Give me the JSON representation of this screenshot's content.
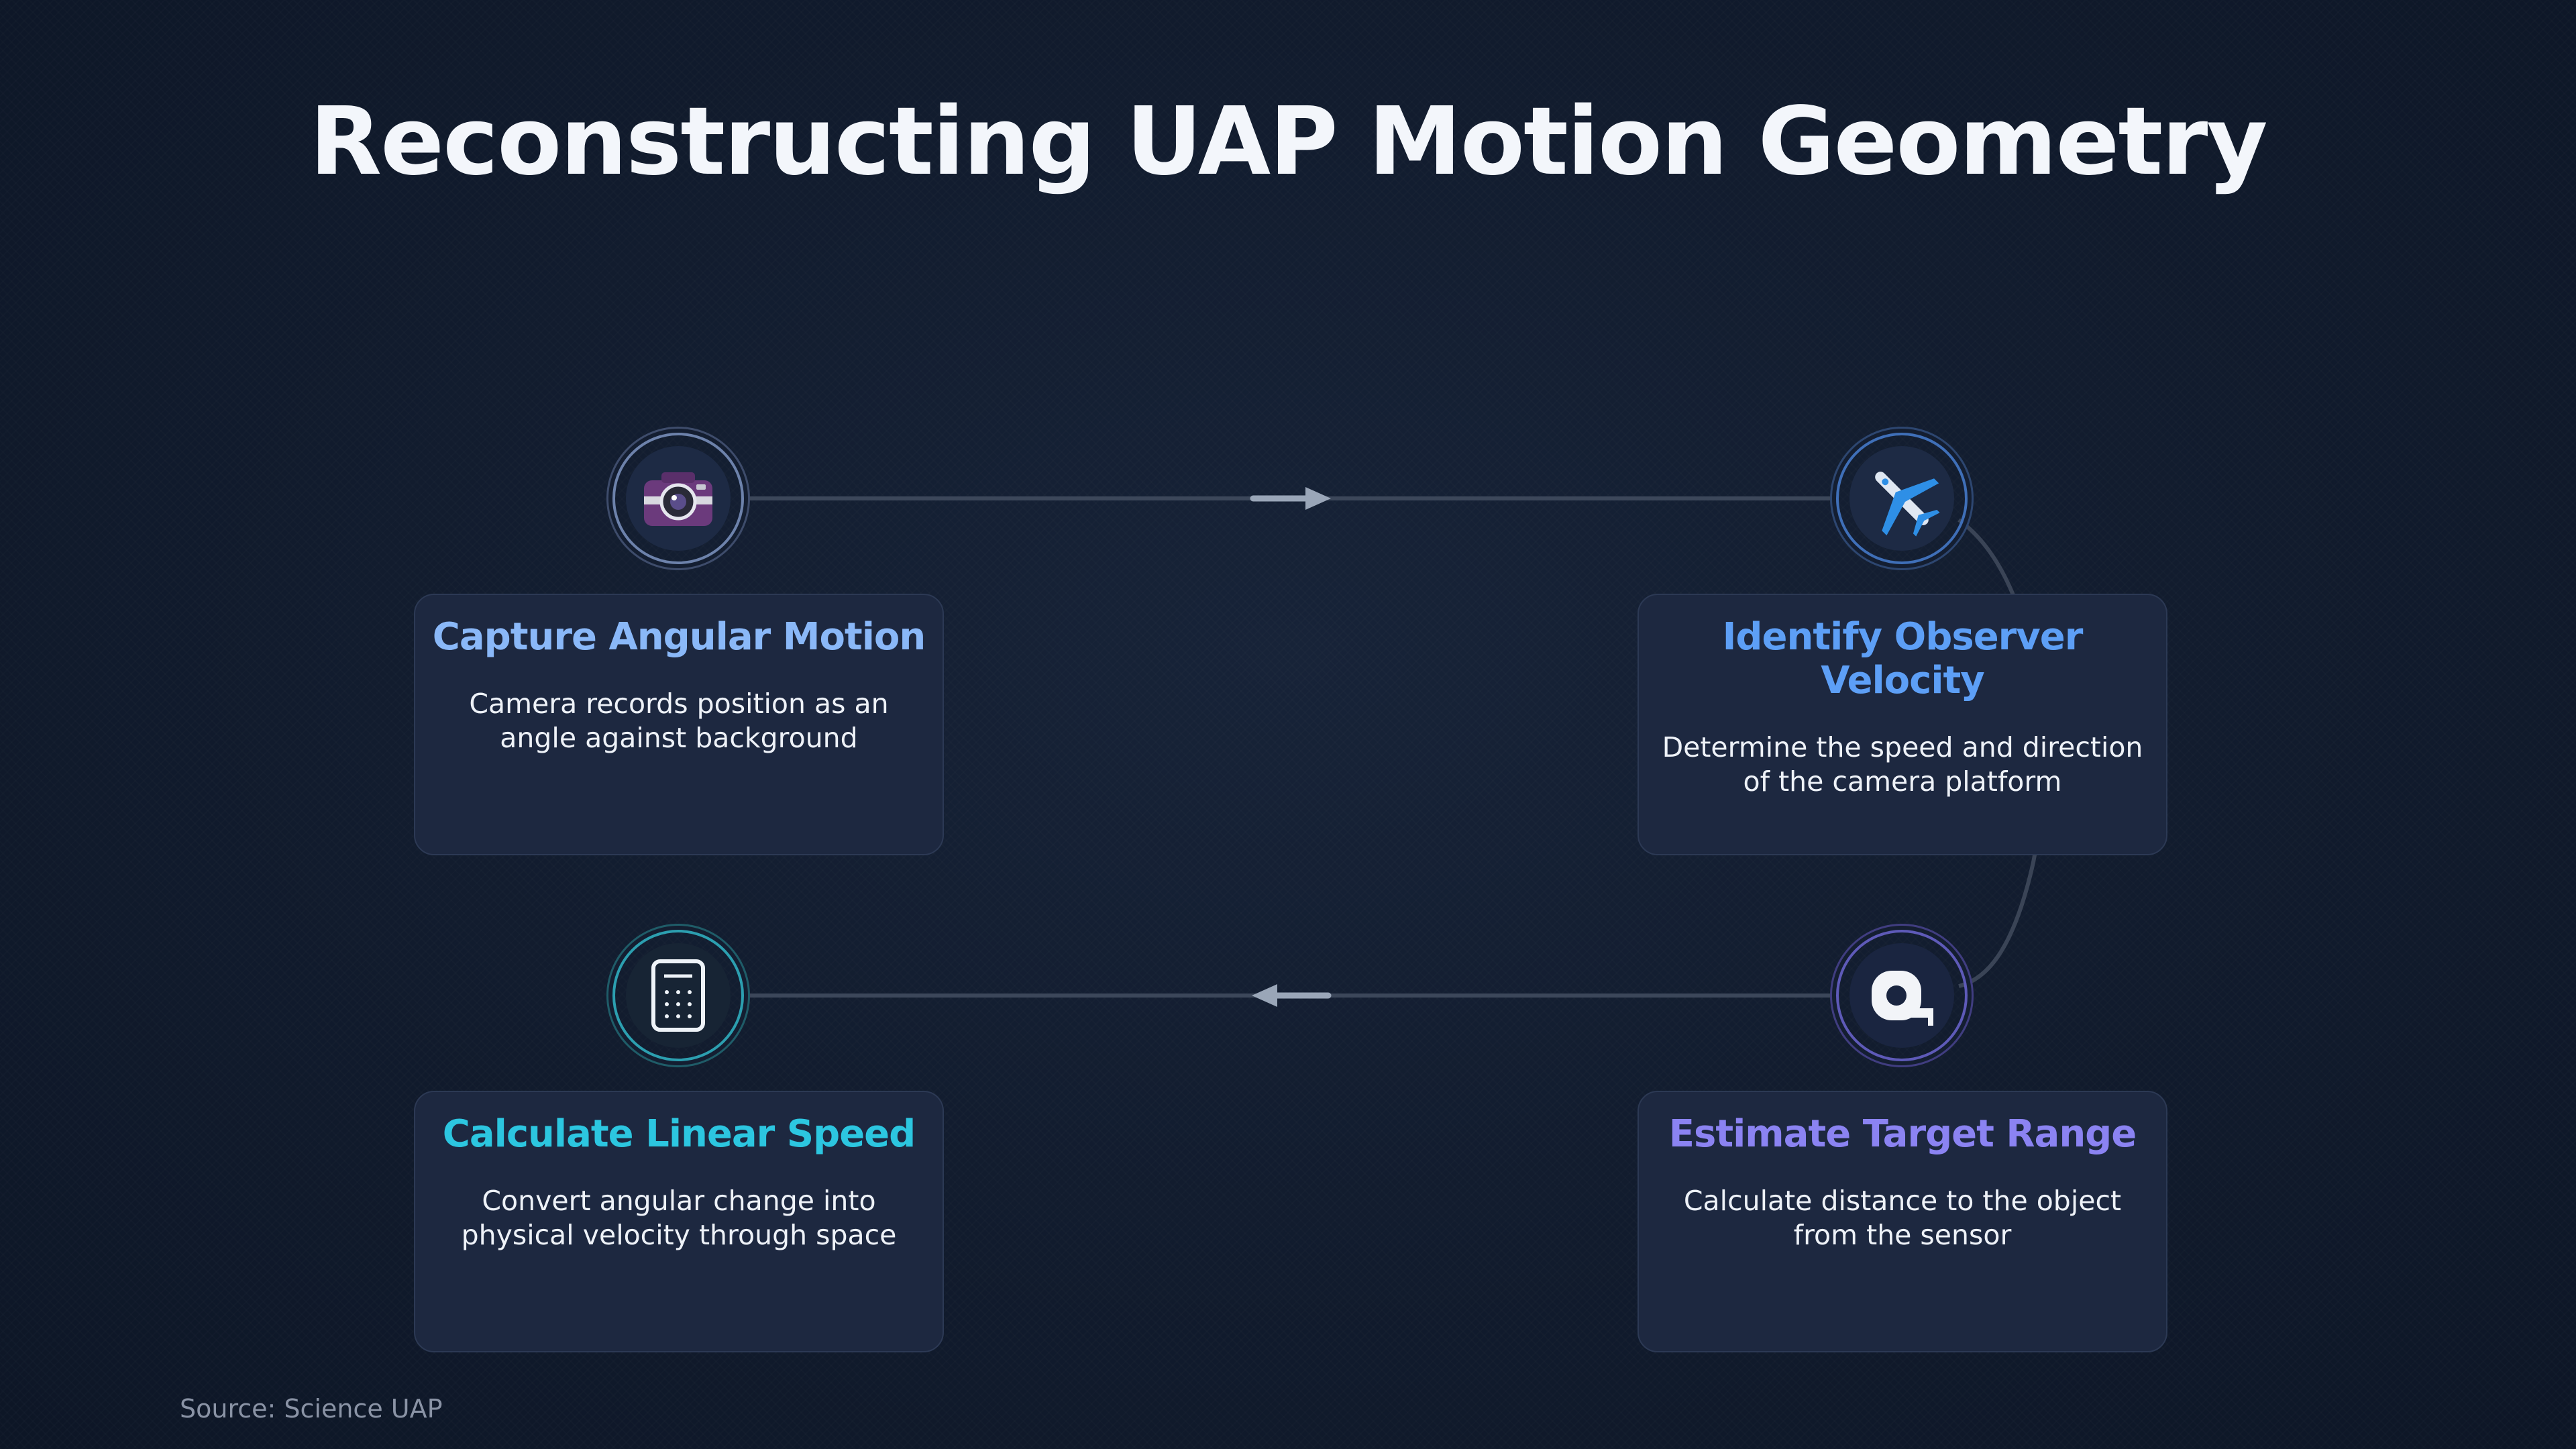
{
  "title": "Reconstructing UAP Motion Geometry",
  "steps": [
    {
      "title": "Capture Angular Motion",
      "description": "Camera records position as an angle against background",
      "icon": "camera-icon",
      "color": "#8ab8f8"
    },
    {
      "title": "Identify Observer Velocity",
      "description": "Determine the speed and direction of the camera platform",
      "icon": "airplane-icon",
      "color": "#5d9ff6"
    },
    {
      "title": "Estimate Target Range",
      "description": "Calculate distance to the object from the sensor",
      "icon": "tape-measure-icon",
      "color": "#8b83f2"
    },
    {
      "title": "Calculate Linear Speed",
      "description": "Convert angular change into physical velocity through space",
      "icon": "calculator-icon",
      "color": "#2cc6e0"
    }
  ],
  "source": "Source: Science UAP"
}
